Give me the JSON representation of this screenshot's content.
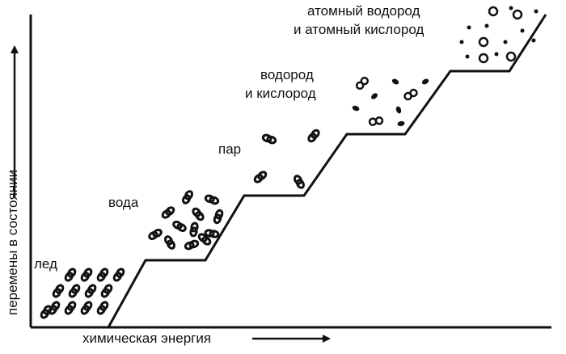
{
  "axes": {
    "x_label": "химическая энергия",
    "y_label": "перемены в состоянии"
  },
  "stages": [
    {
      "label_lines": [
        "лед"
      ]
    },
    {
      "label_lines": [
        "вода"
      ]
    },
    {
      "label_lines": [
        "пар"
      ]
    },
    {
      "label_lines": [
        "водород",
        "и кислород"
      ]
    },
    {
      "label_lines": [
        "атомный водород",
        "и атомный кислород"
      ]
    }
  ]
}
